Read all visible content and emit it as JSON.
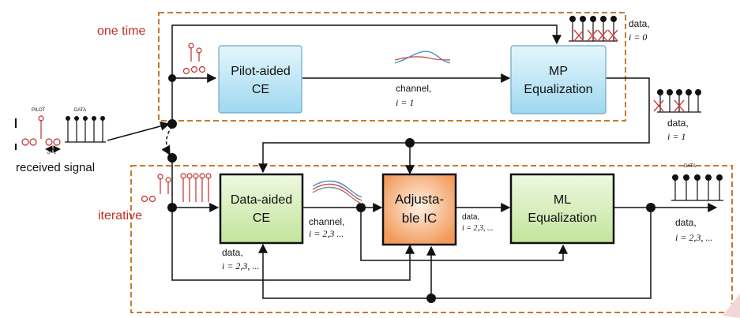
{
  "regions": {
    "one_time_label": "one time",
    "iterative_label": "iterative"
  },
  "blocks": {
    "pilot_ce": [
      "Pilot-aided",
      "CE"
    ],
    "mp_eq": [
      "MP",
      "Equalization"
    ],
    "data_ce": [
      "Data-aided",
      "CE"
    ],
    "adj_ic": [
      "Adjusta-",
      "ble IC"
    ],
    "ml_eq": [
      "ML",
      "Equalization"
    ]
  },
  "labels": {
    "received_signal": "received signal",
    "pilot_tag": "PILOT",
    "data_tag_left": "DATA",
    "data_tag_right": "DATA",
    "spacing_tag": "q − z",
    "channel_1": [
      "channel,",
      "i = 1"
    ],
    "channel_2": [
      "channel,",
      "i = 2,3 ..."
    ],
    "data_0": [
      "data,",
      "i = 0"
    ],
    "data_1": [
      "data,",
      "i = 1"
    ],
    "data_ic": [
      "data,",
      "i = 2,3, ..."
    ],
    "data_feedback": [
      "data,",
      "i = 2,3, ..."
    ],
    "data_out": [
      "data,",
      "i = 2,3, ..."
    ]
  },
  "colors": {
    "region_border": "#c87a2a",
    "region_label": "#c0302a",
    "pilot_box": "#bfe6f5",
    "ml_box": "#cdeab0",
    "ic_box": "#f6b58a",
    "cross": "#d04040"
  }
}
